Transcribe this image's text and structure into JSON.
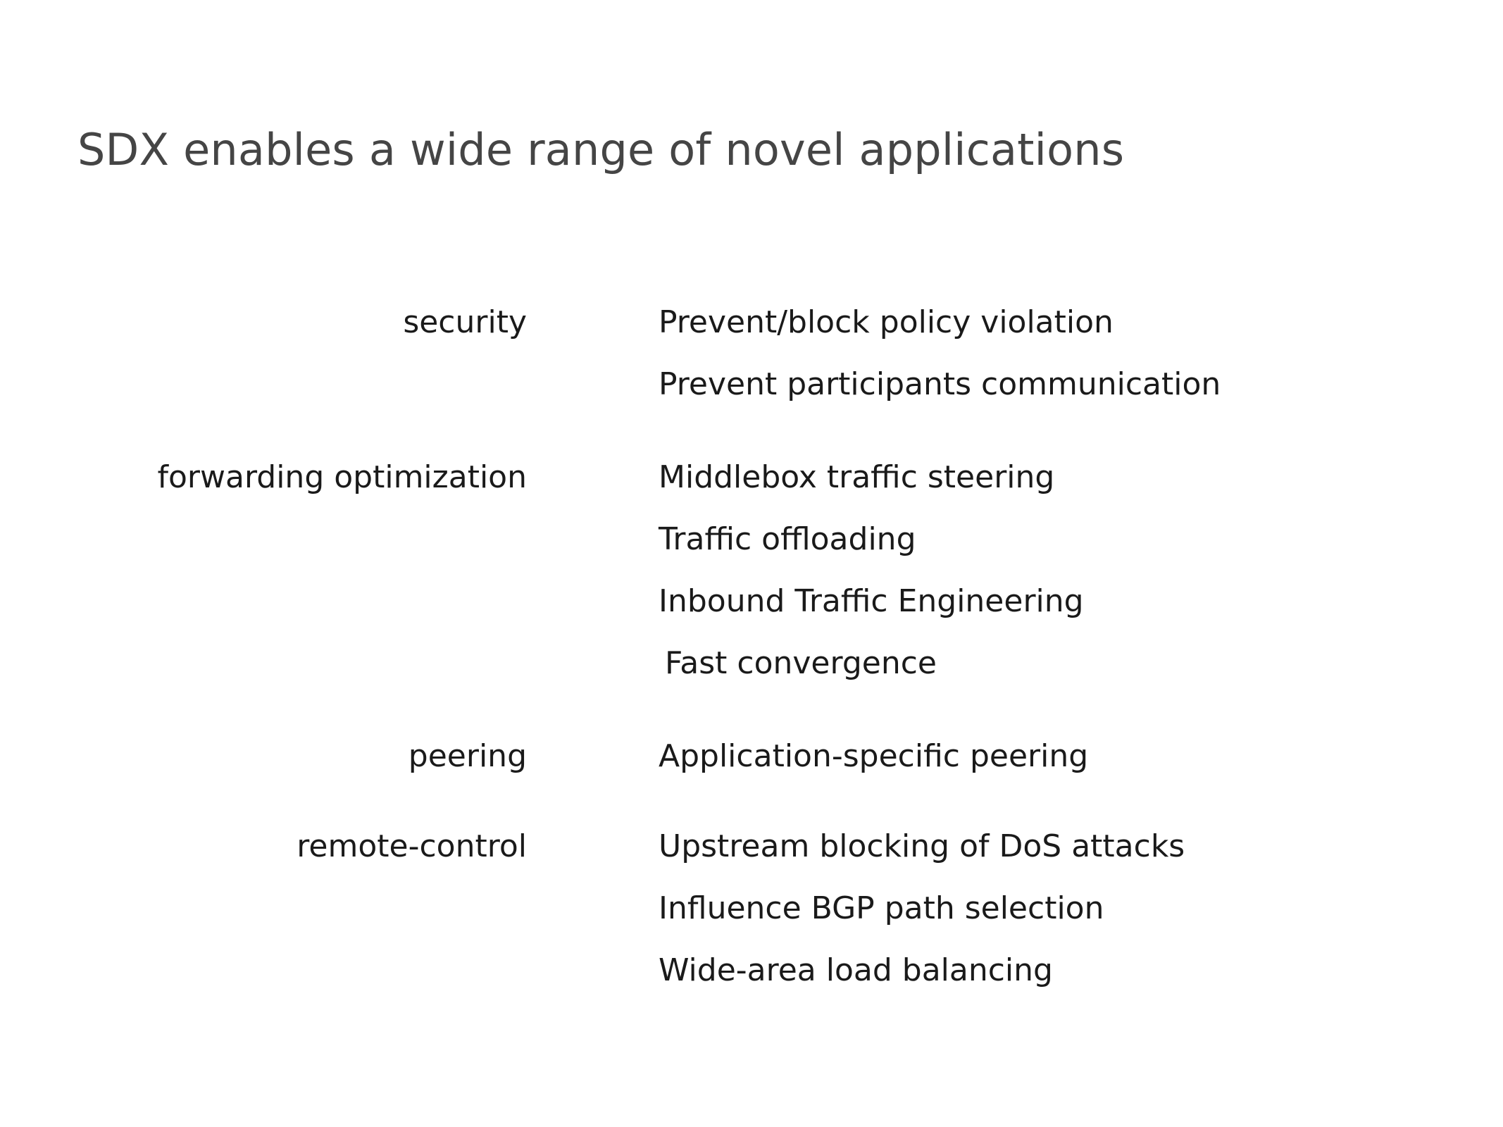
{
  "slide": {
    "title": "SDX enables a wide range of novel applications",
    "title_color": "#454545",
    "body_color": "#1a1a1a",
    "background_color": "#ffffff",
    "groups": [
      {
        "category": "security",
        "items": [
          {
            "text": "Prevent/block policy violation",
            "indent": false
          },
          {
            "text": "Prevent participants communication",
            "indent": false
          }
        ]
      },
      {
        "category": "forwarding optimization",
        "items": [
          {
            "text": "Middlebox traffic steering",
            "indent": false
          },
          {
            "text": "Traffic offloading",
            "indent": false
          },
          {
            "text": "Inbound Traffic Engineering",
            "indent": false
          },
          {
            "text": "Fast convergence",
            "indent": true
          }
        ]
      },
      {
        "category": "peering",
        "items": [
          {
            "text": "Application-specific peering",
            "indent": false
          }
        ]
      },
      {
        "category": "remote-control",
        "items": [
          {
            "text": "Upstream blocking of DoS attacks",
            "indent": false
          },
          {
            "text": "Influence BGP path selection",
            "indent": false
          },
          {
            "text": "Wide-area load balancing",
            "indent": false
          }
        ]
      }
    ]
  }
}
